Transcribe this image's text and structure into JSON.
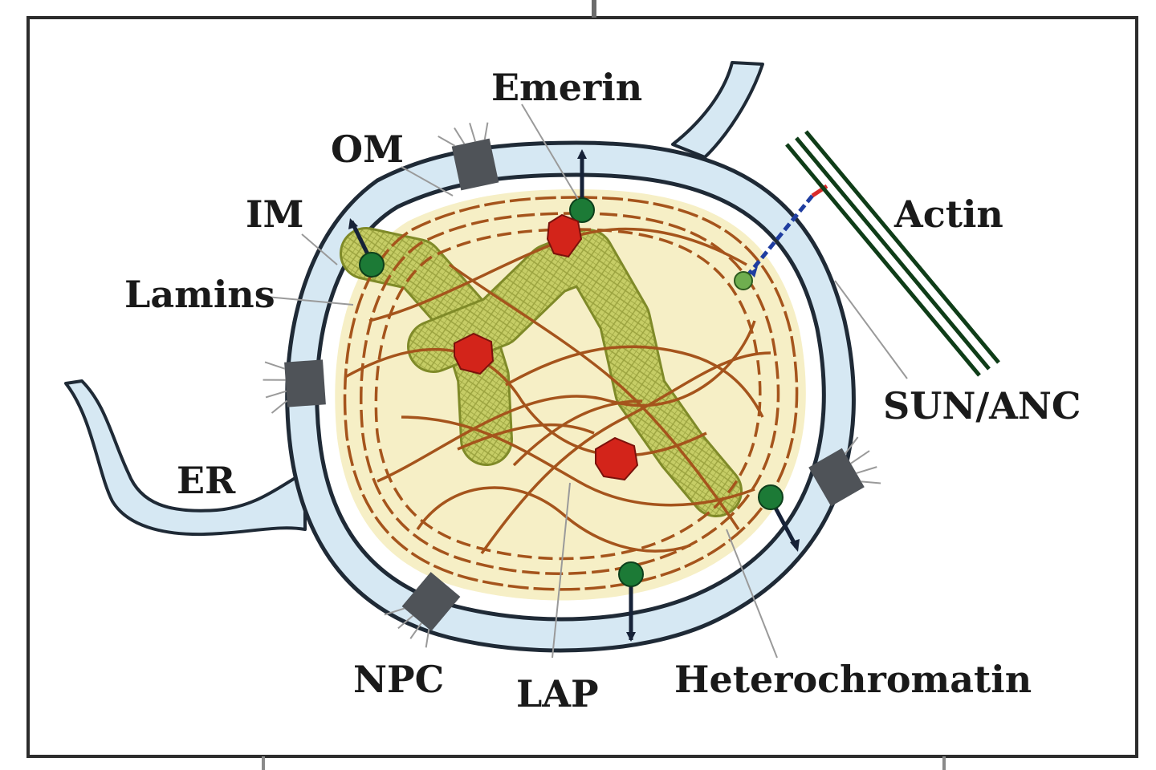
{
  "labels": {
    "emerin": "Emerin",
    "om": "OM",
    "im": "IM",
    "lamins": "Lamins",
    "er": "ER",
    "npc": "NPC",
    "lap": "LAP",
    "heterochromatin": "Heterochromatin",
    "actin": "Actin",
    "sun_anc": "SUN/ANC"
  },
  "colors": {
    "membrane_fill": "#d6e8f3",
    "membrane_stroke": "#1f2a36",
    "nucleoplasm": "#f6efc6",
    "lamina": "#a5541c",
    "chromatin": "#bcc45a",
    "npc": "#4f5358",
    "emerin_protein": "#1c7a36",
    "lap_protein": "#d3241a",
    "actin": "#0f3d18"
  }
}
